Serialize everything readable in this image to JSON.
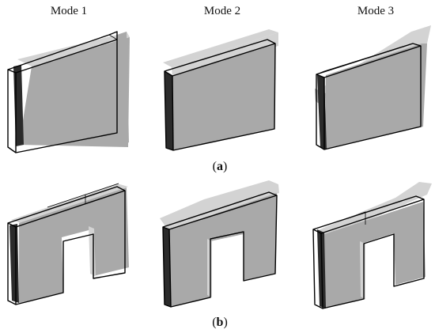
{
  "figure": {
    "column_headers": [
      "Mode 1",
      "Mode 2",
      "Mode 3"
    ],
    "panels": [
      {
        "label_open": "(",
        "label_letter": "a",
        "label_close": ")"
      },
      {
        "label_open": "(",
        "label_letter": "b",
        "label_close": ")"
      }
    ]
  },
  "colors": {
    "shape_light": "#d3d3d3",
    "shape_mid": "#a9a9a9",
    "shape_dark": "#2b2b2b",
    "outline": "#000000"
  }
}
